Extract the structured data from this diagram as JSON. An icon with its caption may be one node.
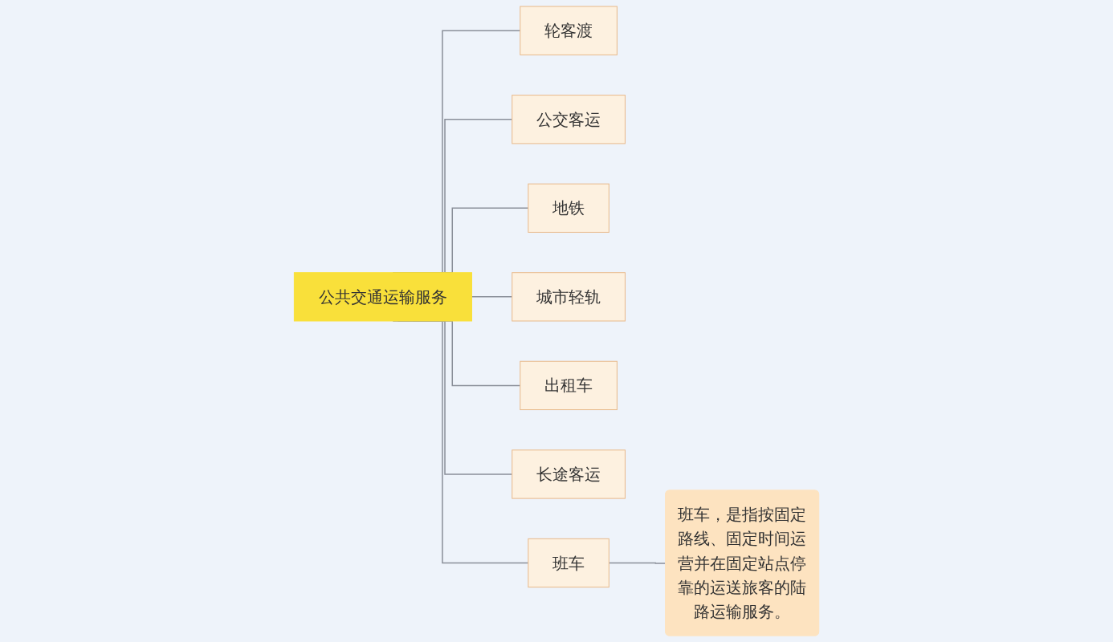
{
  "diagram": {
    "nodes": [
      {
        "text": [
          "公共交通运输服务"
        ]
      },
      {
        "text": [
          "轮客渡"
        ]
      },
      {
        "text": [
          "公交客运"
        ]
      },
      {
        "text": [
          "地铁"
        ]
      },
      {
        "text": [
          "城市轻轨"
        ]
      },
      {
        "text": [
          "出租车"
        ]
      },
      {
        "text": [
          "长途客运"
        ]
      },
      {
        "text": [
          "班车"
        ]
      },
      {
        "text": [
          "班车，是指按固定路线、固定时间运营并在固定站点停靠的运送旅客的陆路运输服务。"
        ]
      }
    ],
    "edges": [
      {
        "from": 0,
        "to": 1,
        "arrow": "none"
      },
      {
        "from": 0,
        "to": 2,
        "arrow": "none"
      },
      {
        "from": 0,
        "to": 3,
        "arrow": "none"
      },
      {
        "from": 0,
        "to": 4,
        "arrow": "none"
      },
      {
        "from": 0,
        "to": 5,
        "arrow": "none"
      },
      {
        "from": 0,
        "to": 6,
        "arrow": "none"
      },
      {
        "from": 0,
        "to": 7,
        "arrow": "none"
      },
      {
        "from": 7,
        "to": 8,
        "arrow": "none"
      }
    ]
  }
}
